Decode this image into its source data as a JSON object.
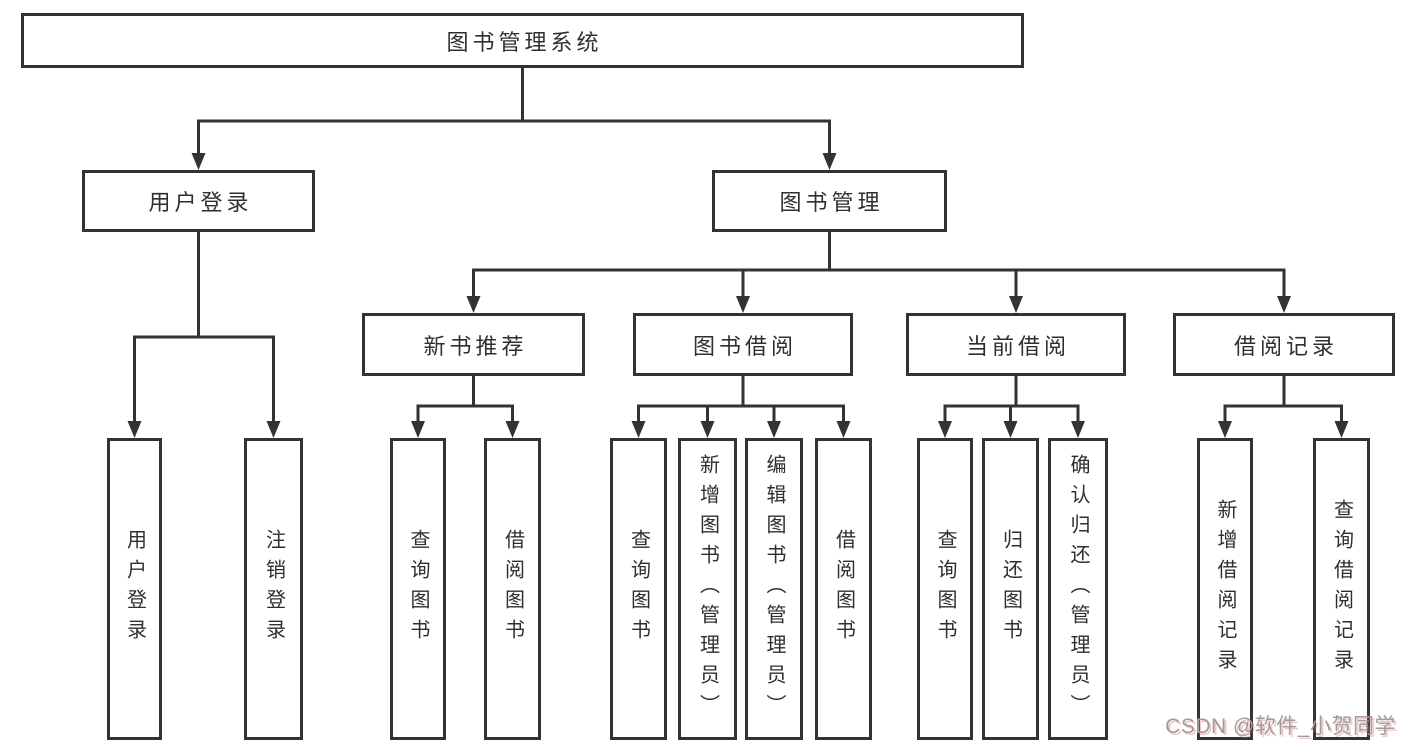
{
  "colors": {
    "line": "#333333",
    "box_border": "#333333",
    "text": "#2f2f2f",
    "background": "#ffffff",
    "watermark_gray": "#9d9d9d",
    "watermark_accent": "#e87070"
  },
  "tree": {
    "title": "图书管理系统",
    "branches": [
      {
        "label": "用户登录",
        "children": [
          {
            "label": "用户登录"
          },
          {
            "label": "注销登录"
          }
        ]
      },
      {
        "label": "图书管理",
        "children": [
          {
            "label": "新书推荐",
            "children": [
              {
                "label": "查询图书"
              },
              {
                "label": "借阅图书"
              }
            ]
          },
          {
            "label": "图书借阅",
            "children": [
              {
                "label": "查询图书"
              },
              {
                "label": "新增图书（管理员）"
              },
              {
                "label": "编辑图书（管理员）"
              },
              {
                "label": "借阅图书"
              }
            ]
          },
          {
            "label": "当前借阅",
            "children": [
              {
                "label": "查询图书"
              },
              {
                "label": "归还图书"
              },
              {
                "label": "确认归还（管理员）"
              }
            ]
          },
          {
            "label": "借阅记录",
            "children": [
              {
                "label": "新增借阅记录"
              },
              {
                "label": "查询借阅记录"
              }
            ]
          }
        ]
      }
    ]
  },
  "watermark": {
    "text": "CSDN @软件_小贺同学"
  }
}
